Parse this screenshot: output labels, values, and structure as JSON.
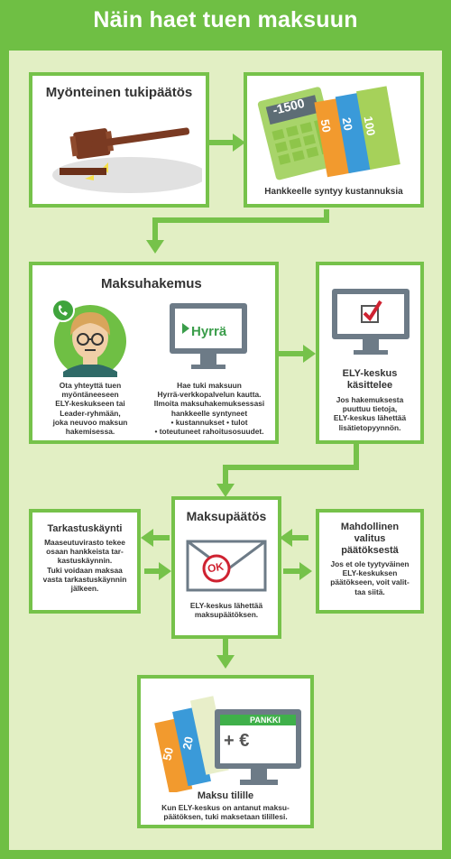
{
  "title": "Näin haet tuen maksuun",
  "colors": {
    "green": "#6fbf44",
    "light_green": "#e2efc4",
    "brown": "#7a3a22",
    "monitor": "#6d7b87",
    "red": "#cf2231"
  },
  "step1": {
    "heading": "Myönteinen tukipäätös",
    "icon": "gavel-icon"
  },
  "step2": {
    "caption": "Hankkeelle syntyy kustannuksia",
    "calc_display": "-1500",
    "bills": [
      "50",
      "20",
      "100"
    ]
  },
  "step3": {
    "heading": "Maksuhakemus",
    "left_text": [
      "Ota yhteyttä tuen",
      "myöntäneeseen",
      "ELY-keskukseen tai",
      "Leader-ryhmään,",
      "joka neuvoo maksun",
      "hakemisessa."
    ],
    "screen_brand": "Hyrrä",
    "right_text": [
      "Hae tuki maksuun",
      "Hyrrä-verkkopalvelun kautta.",
      "Ilmoita maksuhakemuksessasi",
      "hankkeelle syntyneet",
      "• kustannukset • tulot",
      "• toteutuneet rahoitusosuudet."
    ]
  },
  "step4": {
    "heading": [
      "ELY-keskus",
      "käsittelee"
    ],
    "text": [
      "Jos hakemuksesta",
      "puuttuu tietoja,",
      "ELY-keskus lähettää",
      "lisätietopyynnön."
    ]
  },
  "step5": {
    "heading": "Maksupäätös",
    "stamp": "OK",
    "text": [
      "ELY-keskus lähettää",
      "maksupäätöksen."
    ]
  },
  "side_left": {
    "heading": "Tarkastuskäynti",
    "text": [
      "Maaseutuvirasto tekee",
      "osaan hankkeista tar-",
      "kastuskäynnin.",
      "Tuki voidaan maksaa",
      "vasta tarkastuskäynnin",
      "jälkeen."
    ]
  },
  "side_right": {
    "heading": [
      "Mahdollinen",
      "valitus",
      "päätöksestä"
    ],
    "text": [
      "Jos et ole tyytyväinen",
      "ELY-keskuksen",
      "päätökseen, voit valit-",
      "taa siitä."
    ]
  },
  "step6": {
    "heading": "Maksu tilille",
    "screen_label": "PANKKI",
    "screen_symbol": "+ €",
    "bills": [
      "50",
      "20"
    ],
    "text": [
      "Kun ELY-keskus on antanut maksu-",
      "päätöksen, tuki maksetaan tilillesi."
    ]
  }
}
